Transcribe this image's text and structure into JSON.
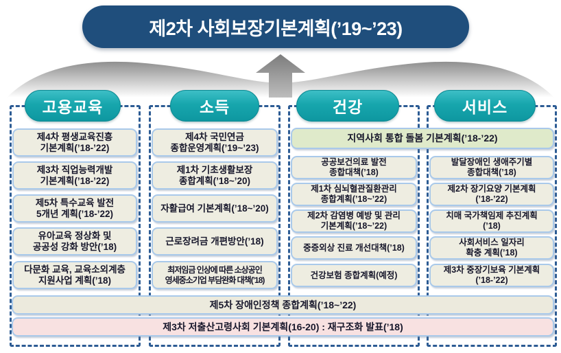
{
  "title": {
    "text": "제2차 사회보장기본계획(’19~’23)"
  },
  "columns": [
    {
      "header": "고용교육",
      "items": [
        "제4차 평생교육진흥\n기본계획(’18-’22)",
        "제3차 직업능력개발\n기본계획(’18-’22)",
        "제5차 특수교육 발전\n5개년 계획(’18-’22)",
        "유아교육 정상화 및\n공공성 강화 방안(’18)",
        "다문화 교육, 교육소외계층\n지원사업 계획(’18)"
      ]
    },
    {
      "header": "소득",
      "items": [
        "제4차 국민연금\n종합운영계획(’19~’23)",
        "제1차 기초생활보장\n종합계획(’18~’20)",
        "자활급여 기본계획(’18~’20)",
        "근로장려금 개편방안(’18)",
        "최저임금 인상에 따른 소상공인\n영세중소기업 부담완화 대책(’18)"
      ]
    },
    {
      "header": "건강",
      "items": [
        "공공보건의료 발전\n종합대책(’18)",
        "제1차 심뇌혈관질환관리\n종합계획(’18~’22)",
        "제2차 감염병 예방 및 관리\n기본계획(’18~’22)",
        "중증외상 진료 개선대책(’18)",
        "건강보험 종합계획(예정)"
      ]
    },
    {
      "header": "서비스",
      "items": [
        "발달장애인 생애주기별\n종합대책(’18)",
        "제2차 장기요양 기본계획\n(’18-’22)",
        "치매 국가책임제 추진계획\n(’18)",
        "사회서비스 일자리\n확충 계획(’18)",
        "제3차 중장기보육 기본계획\n(’18-’22)"
      ]
    }
  ],
  "cross_items": {
    "community_care": "지역사회 통합 돌봄  기본계획(’18-’22)",
    "disability": "제5차 장애인정책 종합계획(’18~’22)",
    "low_birth_aging": "제3차 저출산고령사회  기본계획(16-20) : 재구조화 발표(’18)"
  },
  "colors": {
    "title_bg": "#1f4e7c",
    "pill_teal": "#12a0a8",
    "dashed_border": "#2d5c94",
    "box_border": "#a9c9ea",
    "box_bg": "#eeede1",
    "community_care_bg": "#dfeaca",
    "disability_bg": "#eceadd",
    "low_birth_bg": "#f8e1e1",
    "arrow_gray": "#8f8f8f"
  }
}
